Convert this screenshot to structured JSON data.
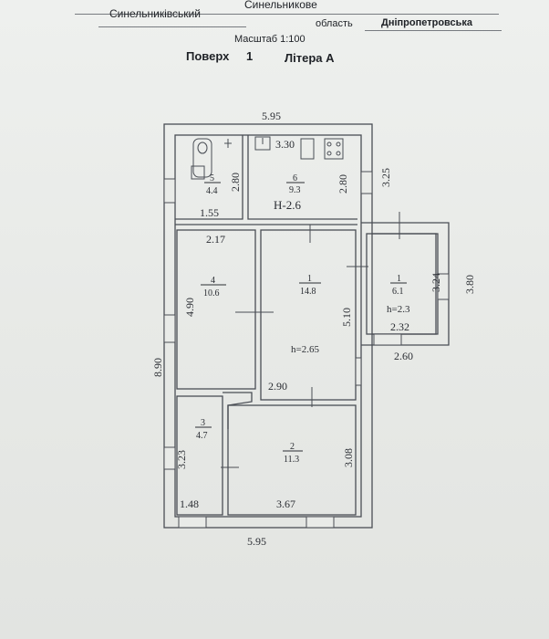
{
  "header": {
    "city": "Синельникове",
    "district": "Синельниківський",
    "oblast_label": "область",
    "oblast": "Дніпропетровська"
  },
  "scale_label": "Масштаб 1:100",
  "floor_label": "Поверх",
  "floor_number": "1",
  "letter_label": "Літера А",
  "plan": {
    "dims": {
      "top_width": "5.95",
      "bottom_width": "5.95",
      "left_height": "8.90",
      "top_right_height": "3.25",
      "annex_height": "3.80",
      "r6_width": "3.30",
      "r6_depth": "2.80",
      "r5_depth": "2.80",
      "r5_width": "1.55",
      "r4_width": "2.17",
      "r4_depth": "4.90",
      "r1_depth": "5.10",
      "r1_width": "2.90",
      "annex_room_depth": "3.24",
      "annex_room_width": "2.32",
      "annex_width": "2.60",
      "r3_depth": "3.23",
      "r3_width": "1.48",
      "r2_width": "3.67",
      "r2_depth": "3.08"
    },
    "rooms": [
      {
        "number": "5",
        "area": "4.4"
      },
      {
        "number": "6",
        "area": "9.3"
      },
      {
        "number": "4",
        "area": "10.6"
      },
      {
        "number": "1",
        "area": "14.8"
      },
      {
        "number": "1",
        "area": "6.1"
      },
      {
        "number": "3",
        "area": "4.7"
      },
      {
        "number": "2",
        "area": "11.3"
      }
    ],
    "heights": {
      "kitchen": "H-2.6",
      "main": "h=2.65",
      "annex": "h=2.3"
    }
  },
  "colors": {
    "ink": "#2a2d33",
    "wall": "#4a4e55",
    "paper": "#e9ebe8"
  }
}
